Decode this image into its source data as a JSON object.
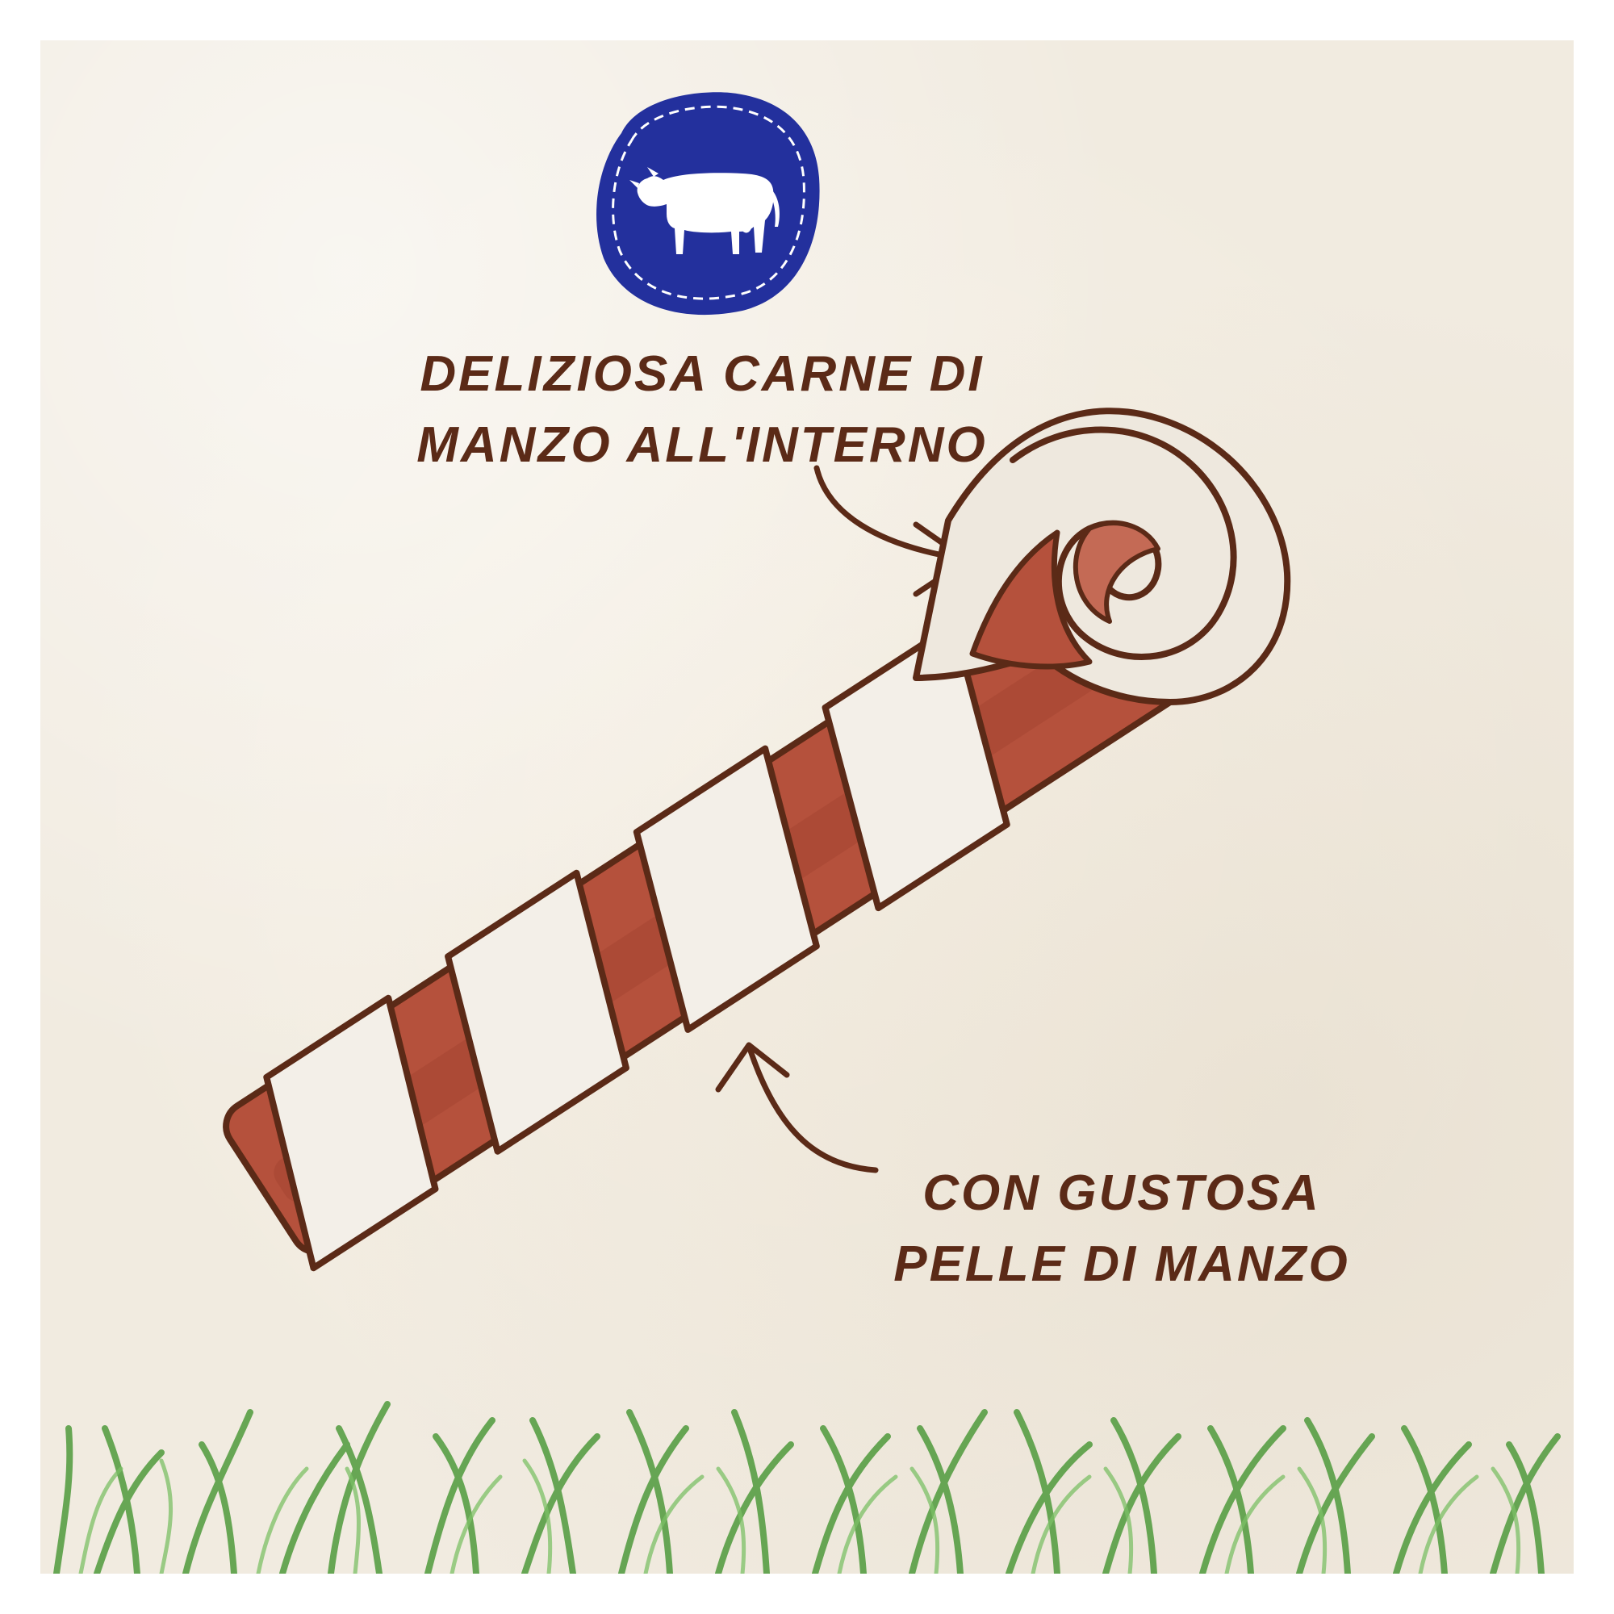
{
  "badge": {
    "icon": "cow-icon",
    "background_color": "#23309d",
    "icon_color": "#ffffff"
  },
  "caption_top": {
    "line1": "Deliziosa carne di",
    "line2": "manzo all'interno"
  },
  "caption_bottom": {
    "line1": "Con gustosa",
    "line2": "pelle di manzo"
  },
  "colors": {
    "paper": "#f1ebe0",
    "ink": "#5b2a17",
    "meat": "#b5513c",
    "hide": "#f3efe8",
    "grass": "#4f9a3c"
  }
}
